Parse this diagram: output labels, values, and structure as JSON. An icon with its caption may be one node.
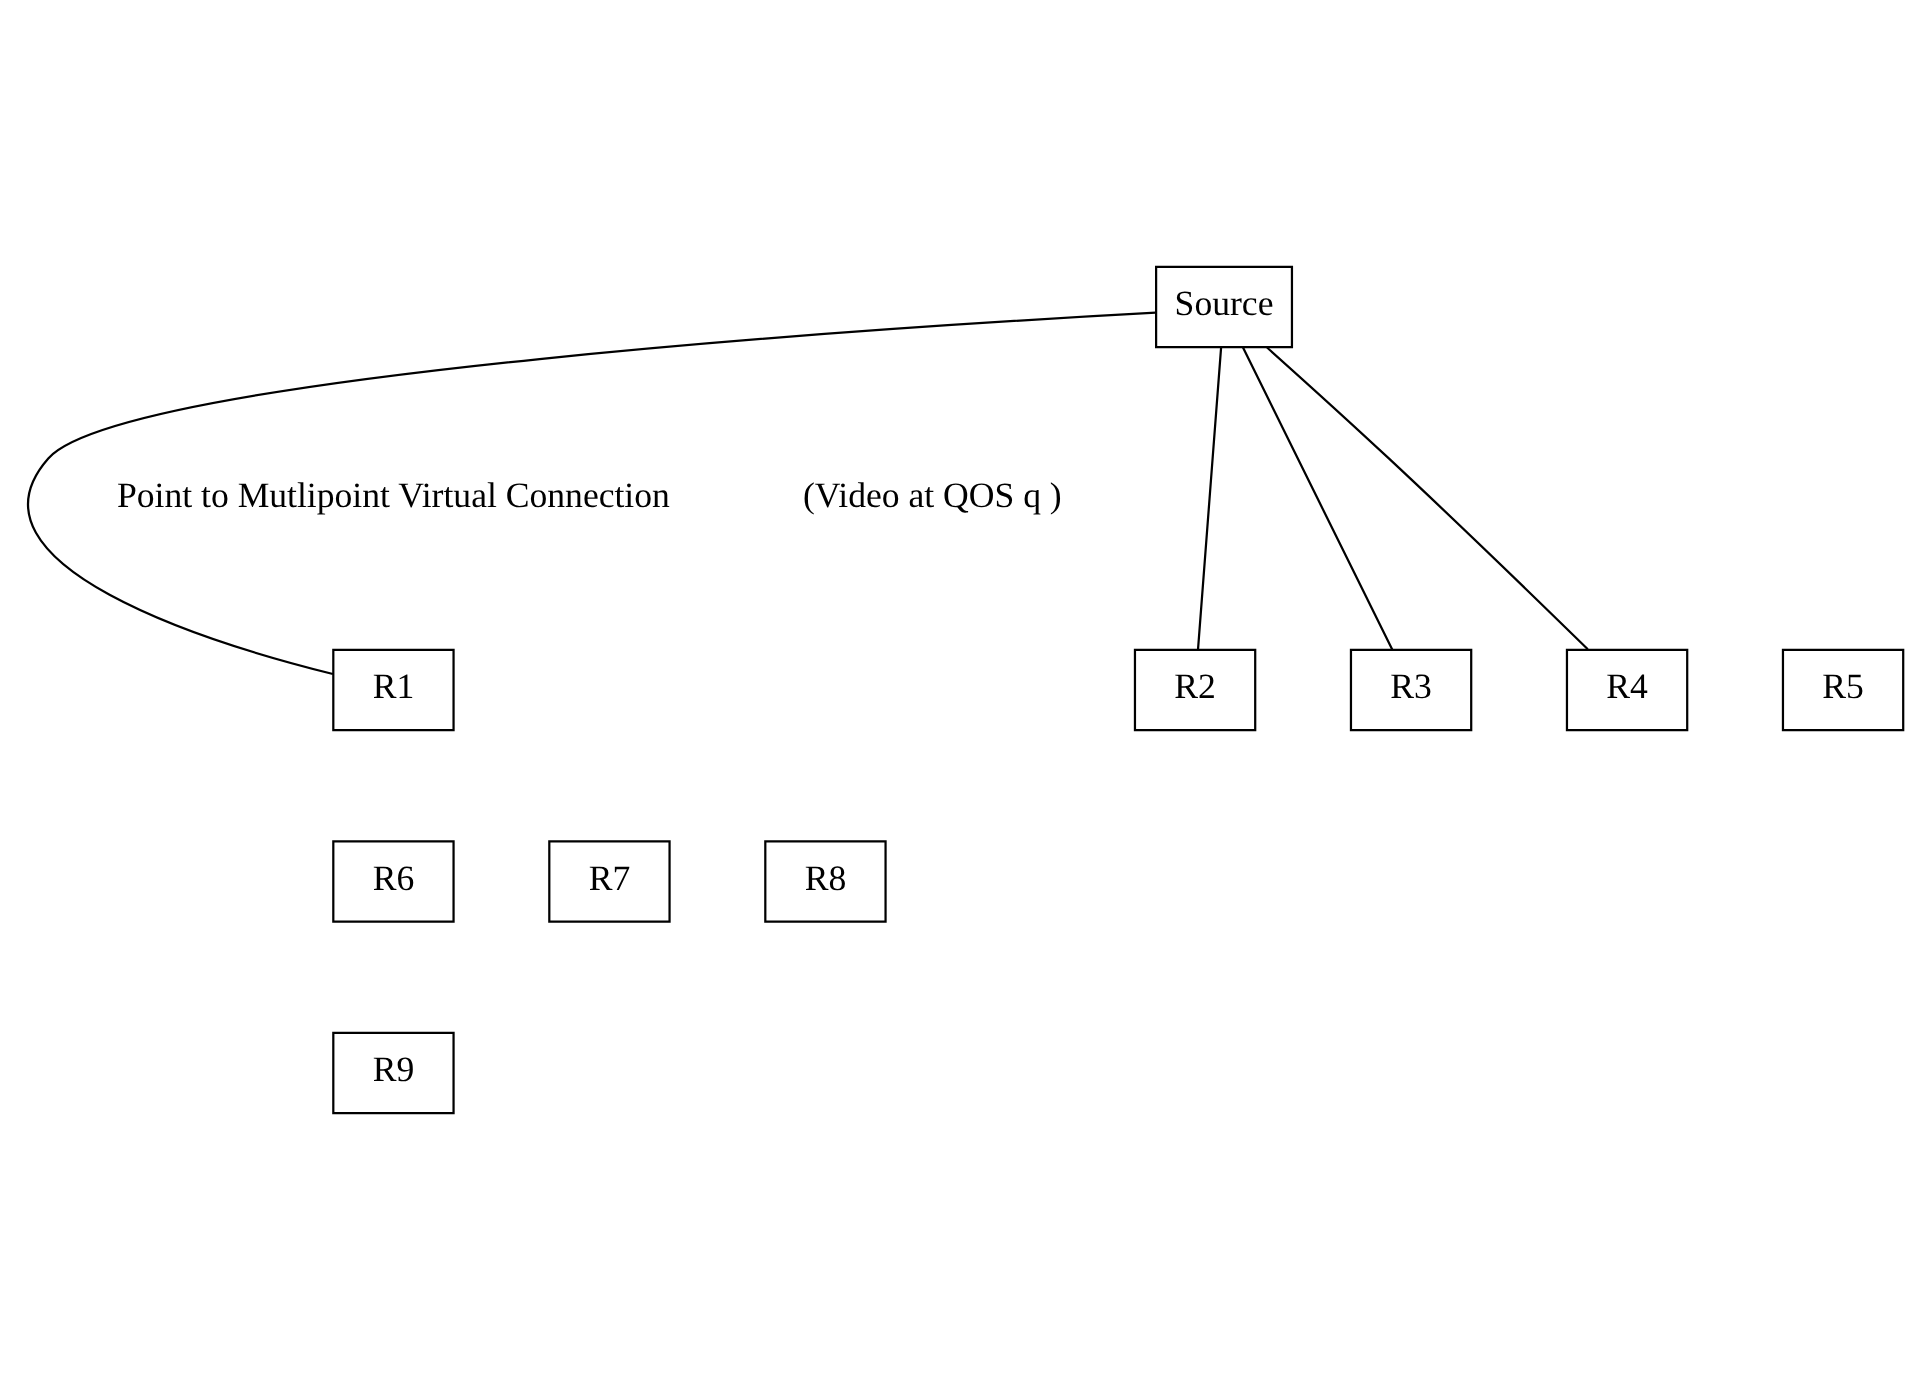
{
  "diagram": {
    "nodes": [
      {
        "text": [
          "Source"
        ]
      },
      {
        "text": [
          "R1"
        ]
      },
      {
        "text": [
          "R2"
        ]
      },
      {
        "text": [
          "R3"
        ]
      },
      {
        "text": [
          "R4"
        ]
      },
      {
        "text": [
          "R5"
        ]
      },
      {
        "text": [
          "R6"
        ]
      },
      {
        "text": [
          "R7"
        ]
      },
      {
        "text": [
          "R8"
        ]
      },
      {
        "text": [
          "R9"
        ]
      }
    ],
    "edges": [
      {
        "from": 0,
        "to": 1,
        "arrow": "none"
      },
      {
        "from": 0,
        "to": 2,
        "arrow": "none"
      },
      {
        "from": 0,
        "to": 3,
        "arrow": "none"
      },
      {
        "from": 0,
        "to": 4,
        "arrow": "none"
      }
    ],
    "labels": [
      "Point to Mutlipoint Virtual Connection",
      "(Video at QOS q )"
    ]
  }
}
